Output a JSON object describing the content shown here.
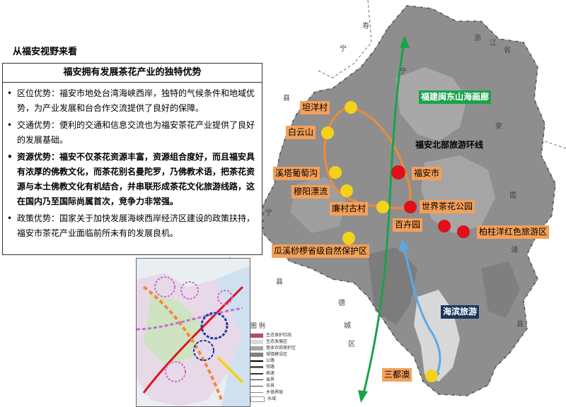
{
  "section_title": "从福安视野来看",
  "panel": {
    "title": "福安拥有发展茶花产业的独特优势",
    "bullets": [
      {
        "text": "区位优势：福安市地处台湾海峡西岸，独特的气候条件和地域优势，为产业发展和台合作交流提供了良好的保障。",
        "bold": false
      },
      {
        "text": "交通优势：便利的交通和信息交流也为福安茶花产业提供了良好的发展基础。",
        "bold": false
      },
      {
        "text": "资源优势：福安不仅茶花资源丰富，资源组合度好，而且福安具有浓厚的佛教文化，而茶花别名曼陀罗，乃佛教术语，把茶花资源与本土佛教文化有机结合，并串联形成茶花文化旅游线路，这在国内乃至国际尚属首次，竞争力非常强。",
        "bold": true
      },
      {
        "text": "政策优势：国家关于加快发展海峡西岸经济区建设的政策扶持，福安市茶花产业面临前所未有的发展良机。",
        "bold": false
      }
    ]
  },
  "map_labels": {
    "corridor": "福建闽东山海画廊",
    "north_loop": "福安北部旅游环线",
    "coastal": "海滨旅游",
    "danyang": "坦洋村",
    "baiyun": "白云山",
    "xixi": "溪塔葡萄沟",
    "muyang": "穆阳漂流",
    "liancun": "廉村古村",
    "guaxi": "瓜溪桫椤省级自然保护区",
    "fuan_city": "福安市",
    "tea_park": "世界茶花公园",
    "baihui": "百卉园",
    "baizhuyang": "柏柱洋红色旅游区",
    "sandu": "三都澳"
  },
  "map_texts": {
    "zhejiang": "浙",
    "jiang": "江",
    "sheng": "省",
    "rong": "荣",
    "ning": "宁",
    "xia": "霞",
    "pu": "浦",
    "xian1": "县",
    "de": "德",
    "cheng": "城",
    "qu": "区",
    "shou": "寿",
    "ning2": "宁",
    "xian2": "县",
    "ning3": "宁",
    "xian3": "县"
  },
  "legend": {
    "title": "图 例",
    "items": [
      "生态保护红线",
      "生态发展区",
      "基本农田保护区",
      "城镇建设区",
      "公路",
      "铁路",
      "高速",
      "省界",
      "市界",
      "乡镇界限",
      "水域"
    ]
  },
  "colors": {
    "route_green": "#1aa34a",
    "route_orange": "#f08a3a",
    "route_blue": "#5aa9e6",
    "poi_yellow": "#f5d21a",
    "poi_red": "#e0101a",
    "label_orange": "#f4a05a",
    "label_navy": "#17375e"
  }
}
